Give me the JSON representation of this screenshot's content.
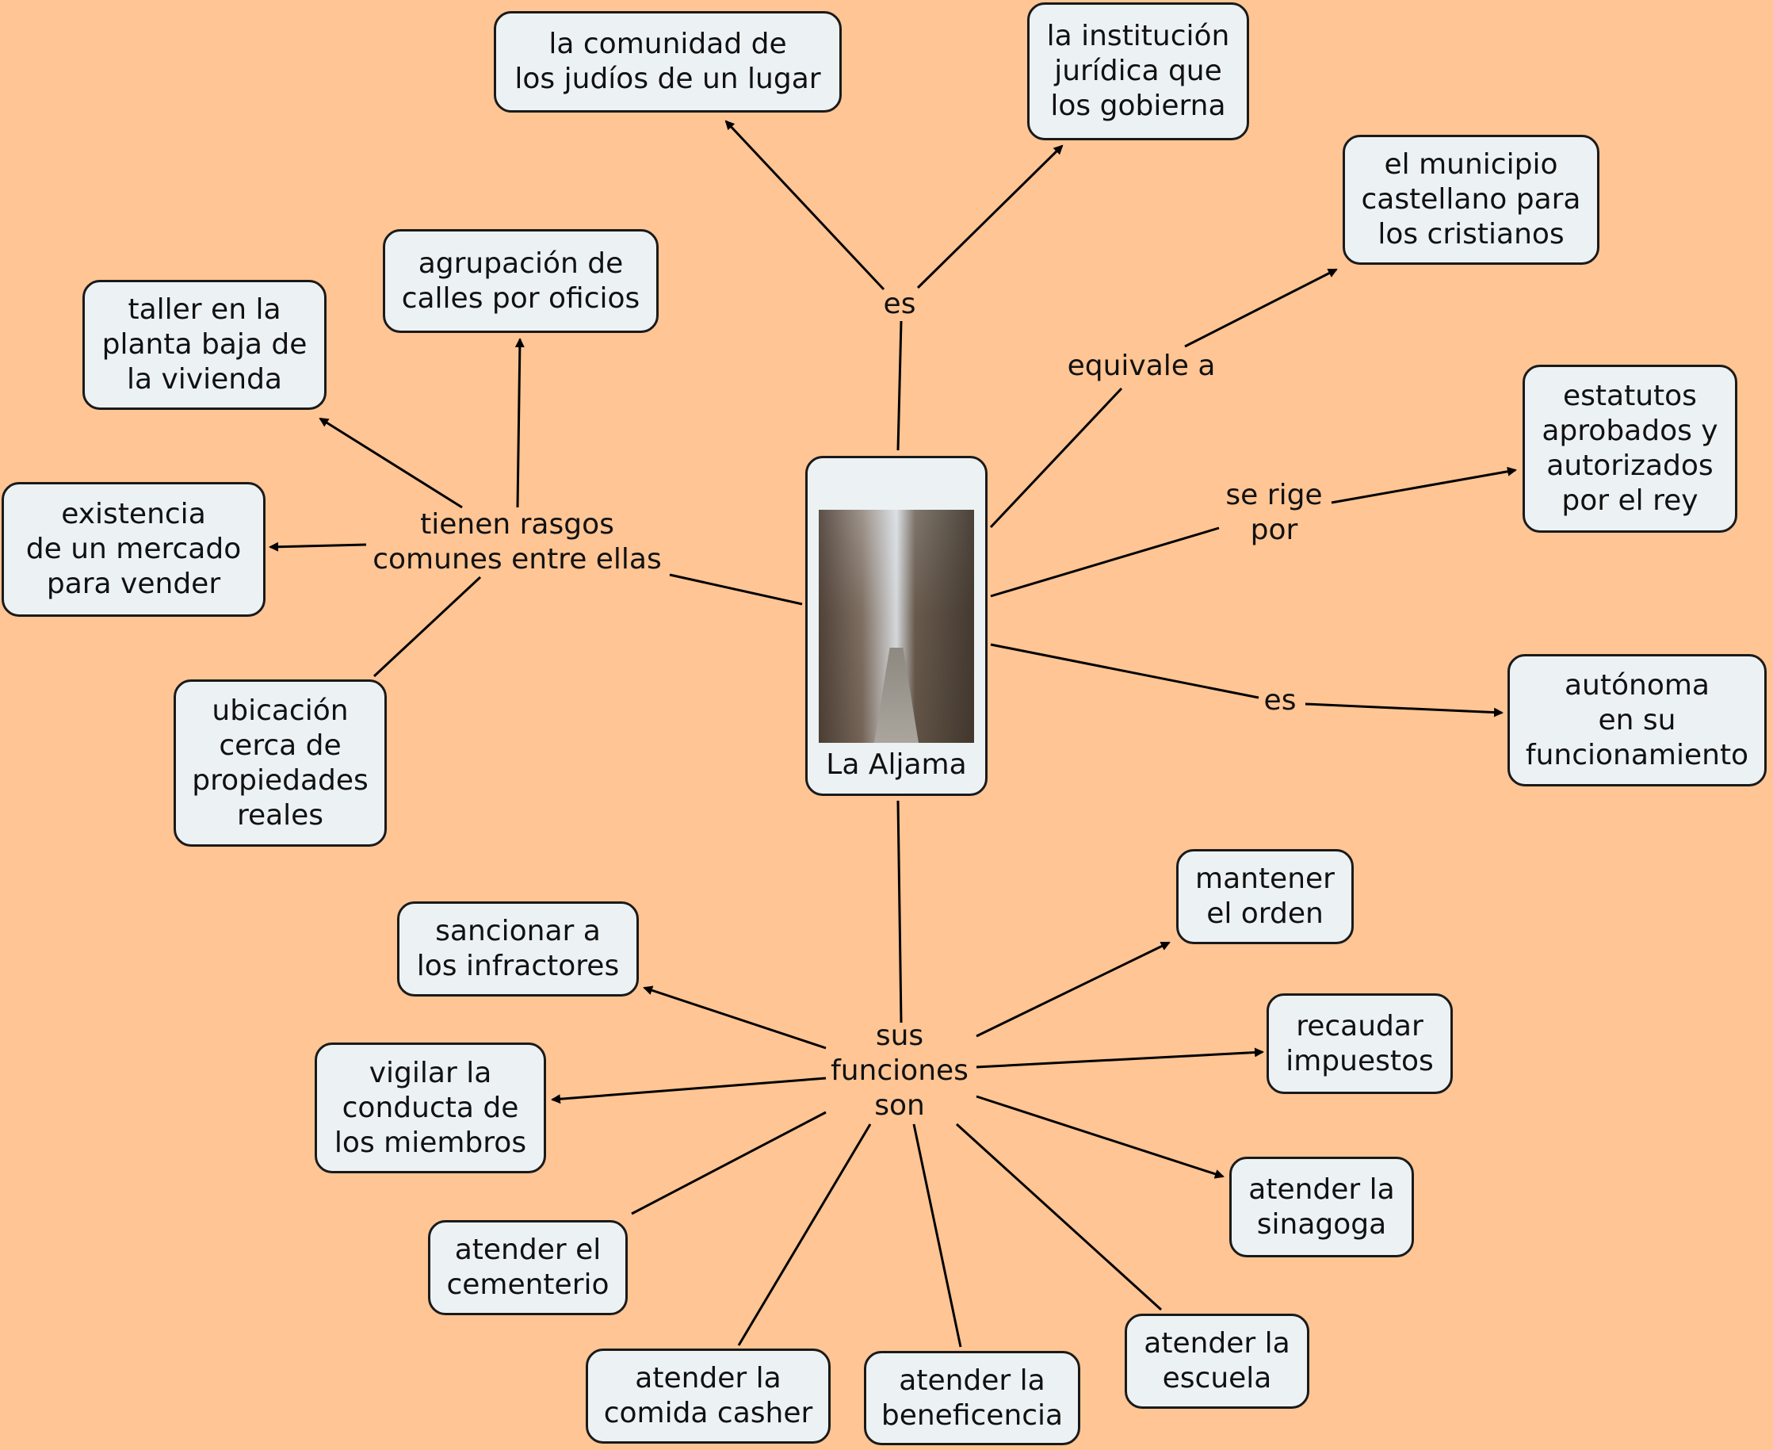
{
  "center": {
    "image_alt": "narrow stone alley",
    "label": "La Aljama"
  },
  "nodes": {
    "comunidad": "la comunidad de\nlos judíos de un lugar",
    "institucion": "la institución\njurídica que\nlos gobierna",
    "municipio": "el municipio\ncastellano para\nlos cristianos",
    "estatutos": "estatutos\naprobados y\nautorizados\npor el rey",
    "autonoma": "autónoma\nen su\nfuncionamiento",
    "agrupacion": "agrupación de\ncalles por oficios",
    "taller": "taller en la\nplanta baja de\nla vivienda",
    "mercado": "existencia\nde un mercado\npara vender",
    "ubicacion": "ubicación\ncerca de\npropiedades\nreales",
    "sancionar": "sancionar a\nlos infractores",
    "vigilar": "vigilar la\nconducta de\nlos miembros",
    "cementerio": "atender el\ncementerio",
    "comida": "atender la\ncomida casher",
    "beneficencia": "atender la\nbeneficencia",
    "escuela": "atender la\nescuela",
    "sinagoga": "atender la\nsinagoga",
    "impuestos": "recaudar\nimpuestos",
    "orden": "mantener\nel orden"
  },
  "labels": {
    "es_top": "es",
    "equivale": "equivale a",
    "se_rige": "se rige\npor",
    "es_right": "es",
    "rasgos": "tienen rasgos\ncomunes entre ellas",
    "funciones": "sus\nfunciones\nson"
  },
  "colors": {
    "background": "#FFC594",
    "node_fill": "#ECF2F4",
    "stroke": "#1a1a1a"
  }
}
